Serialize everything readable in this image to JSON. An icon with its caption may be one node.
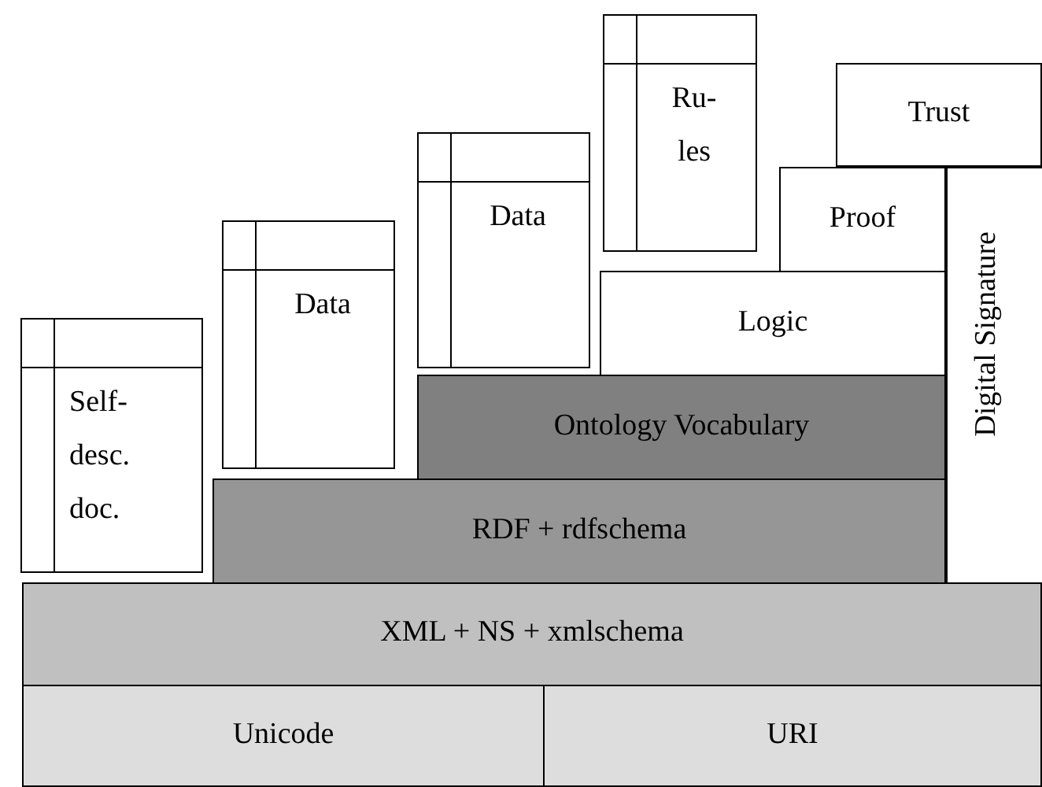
{
  "diagram": {
    "nodes": [
      {
        "text": [
          "Ru- les"
        ]
      },
      {
        "text": [
          "Trust"
        ]
      },
      {
        "text": [
          "Data"
        ]
      },
      {
        "text": [
          "Proof"
        ]
      },
      {
        "text": [
          "Data"
        ]
      },
      {
        "text": [
          "Logic"
        ]
      },
      {
        "text": [
          "Self- desc. doc."
        ]
      },
      {
        "text": [
          "Ontology Vocabulary"
        ]
      },
      {
        "text": [
          "Digital Signature"
        ]
      },
      {
        "text": [
          "RDF + rdfschema"
        ]
      },
      {
        "text": [
          "XML + NS + xmlschema"
        ]
      },
      {
        "text": [
          "Unicode"
        ]
      },
      {
        "text": [
          "URI"
        ]
      }
    ]
  }
}
